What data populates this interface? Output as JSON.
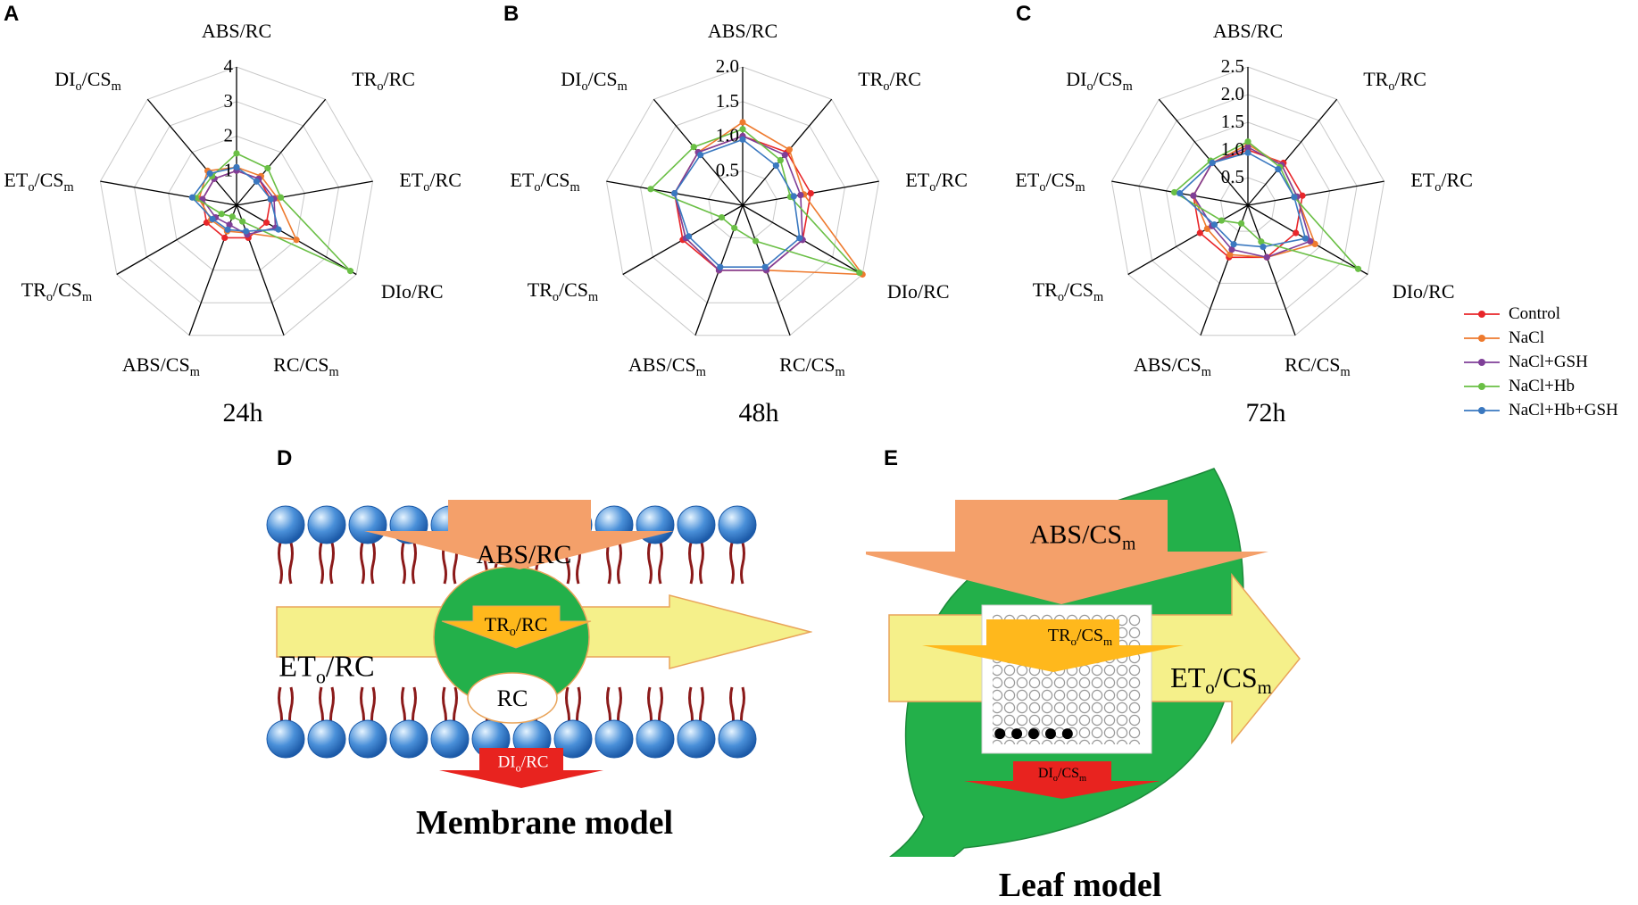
{
  "panel_labels": [
    "A",
    "B",
    "C",
    "D",
    "E"
  ],
  "colors": {
    "Control": "#e8262a",
    "NaCl": "#ee7a2e",
    "NaCl+GSH": "#7f3f98",
    "NaCl+Hb": "#6abf45",
    "NaCl+Hb+GSH": "#3a78c0",
    "phospholipid_head": "#4a90d9",
    "phospholipid_tail": "#8b1a1a",
    "green": "#23b04a",
    "orange_arrow": "#f4a06a",
    "yellow_arrow": "#ffb81c",
    "pale_yellow": "#f5f08a",
    "red_arrow": "#e8231f"
  },
  "legend": [
    {
      "name": "Control"
    },
    {
      "name": "NaCl"
    },
    {
      "name": "NaCl+GSH"
    },
    {
      "name": "NaCl+Hb"
    },
    {
      "name": "NaCl+Hb+GSH"
    }
  ],
  "chart_data": [
    {
      "type": "radar",
      "title": "24h",
      "axes": [
        "ABS/RC",
        "TR<sub>o</sub>/RC",
        "ET<sub>o</sub>/RC",
        "DIo/RC",
        "RC/CS<sub>m</sub>",
        "ABS/CS<sub>m</sub>",
        "TR<sub>o</sub>/CS<sub>m</sub>",
        "ET<sub>o</sub>/CS<sub>m</sub>",
        "DI<sub>o</sub>/CS<sub>m</sub>"
      ],
      "rmax": 4,
      "ticks": [
        "1",
        "2",
        "3",
        "4"
      ],
      "tick_values": [
        1,
        2,
        3,
        4
      ],
      "series": [
        {
          "name": "Control",
          "values": [
            1.0,
            1.0,
            1.0,
            1.0,
            1.0,
            1.0,
            1.0,
            1.0,
            1.0
          ]
        },
        {
          "name": "NaCl",
          "values": [
            1.1,
            1.1,
            1.2,
            2.0,
            0.85,
            0.8,
            0.85,
            1.1,
            1.3
          ]
        },
        {
          "name": "NaCl+GSH",
          "values": [
            1.0,
            1.0,
            1.1,
            1.3,
            0.9,
            0.6,
            0.7,
            1.0,
            1.0
          ]
        },
        {
          "name": "NaCl+Hb",
          "values": [
            1.5,
            1.4,
            1.3,
            3.8,
            0.5,
            0.35,
            0.5,
            1.2,
            1.1
          ]
        },
        {
          "name": "NaCl+Hb+GSH",
          "values": [
            1.1,
            0.9,
            1.0,
            1.4,
            0.8,
            0.75,
            0.8,
            1.3,
            1.2
          ]
        }
      ]
    },
    {
      "type": "radar",
      "title": "48h",
      "axes": [
        "ABS/RC",
        "TR<sub>o</sub>/RC",
        "ET<sub>o</sub>/RC",
        "DIo/RC",
        "RC/CS<sub>m</sub>",
        "ABS/CS<sub>m</sub>",
        "TR<sub>o</sub>/CS<sub>m</sub>",
        "ET<sub>o</sub>/CS<sub>m</sub>",
        "DI<sub>o</sub>/CS<sub>m</sub>"
      ],
      "rmax": 2.0,
      "ticks": [
        "0.5",
        "1.0",
        "1.5",
        "2.0"
      ],
      "tick_values": [
        0.5,
        1.0,
        1.5,
        2.0
      ],
      "series": [
        {
          "name": "Control",
          "values": [
            1.0,
            1.0,
            1.0,
            1.0,
            1.0,
            1.0,
            1.0,
            1.0,
            1.0
          ]
        },
        {
          "name": "NaCl",
          "values": [
            1.2,
            1.05,
            0.9,
            2.0,
            1.0,
            1.0,
            0.95,
            1.0,
            1.0
          ]
        },
        {
          "name": "NaCl+GSH",
          "values": [
            1.0,
            0.95,
            0.85,
            1.0,
            1.0,
            1.0,
            0.95,
            1.0,
            1.0
          ]
        },
        {
          "name": "NaCl+Hb",
          "values": [
            1.1,
            0.85,
            0.7,
            1.95,
            0.55,
            0.35,
            0.35,
            1.35,
            1.1
          ]
        },
        {
          "name": "NaCl+Hb+GSH",
          "values": [
            0.95,
            0.75,
            0.75,
            0.95,
            0.95,
            0.95,
            0.9,
            1.0,
            0.95
          ]
        }
      ]
    },
    {
      "type": "radar",
      "title": "72h",
      "axes": [
        "ABS/RC",
        "TR<sub>o</sub>/RC",
        "ET<sub>o</sub>/RC",
        "DIo/RC",
        "RC/CS<sub>m</sub>",
        "ABS/CS<sub>m</sub>",
        "TR<sub>o</sub>/CS<sub>m</sub>",
        "ET<sub>o</sub>/CS<sub>m</sub>",
        "DI<sub>o</sub>/CS<sub>m</sub>"
      ],
      "rmax": 2.5,
      "ticks": [
        "0.5",
        "1.0",
        "1.5",
        "2.0",
        "2.5"
      ],
      "tick_values": [
        0.5,
        1.0,
        1.5,
        2.0,
        2.5
      ],
      "series": [
        {
          "name": "Control",
          "values": [
            1.0,
            1.0,
            1.0,
            1.0,
            1.0,
            1.0,
            1.0,
            1.0,
            1.0
          ]
        },
        {
          "name": "NaCl",
          "values": [
            1.1,
            0.95,
            0.9,
            1.4,
            1.0,
            0.95,
            0.85,
            1.0,
            1.0
          ]
        },
        {
          "name": "NaCl+GSH",
          "values": [
            1.05,
            0.95,
            0.9,
            1.3,
            1.0,
            0.85,
            0.75,
            1.0,
            1.0
          ]
        },
        {
          "name": "NaCl+Hb",
          "values": [
            1.15,
            0.9,
            0.85,
            2.3,
            0.7,
            0.35,
            0.55,
            1.35,
            1.05
          ]
        },
        {
          "name": "NaCl+Hb+GSH",
          "values": [
            0.95,
            0.85,
            0.85,
            1.2,
            0.8,
            0.75,
            0.7,
            1.25,
            1.0
          ]
        }
      ]
    }
  ],
  "membrane_model": {
    "title": "Membrane model",
    "abs_label": "ABS/RC",
    "tro_label": "TR<sub>o</sub>/RC",
    "eto_label": "ET<sub>o</sub>/RC",
    "rc_label": "RC",
    "dio_label": "DI<sub>o</sub>/RC"
  },
  "leaf_model": {
    "title": "Leaf model",
    "abs_label": "ABS/CS<sub>m</sub>",
    "tro_label": "TR<sub>o</sub>/CS<sub>m</sub>",
    "eto_label": "ET<sub>o</sub>/CS<sub>m</sub>",
    "dio_label": "DI<sub>o</sub>/CS<sub>m</sub>",
    "dots": "●●●●●"
  }
}
